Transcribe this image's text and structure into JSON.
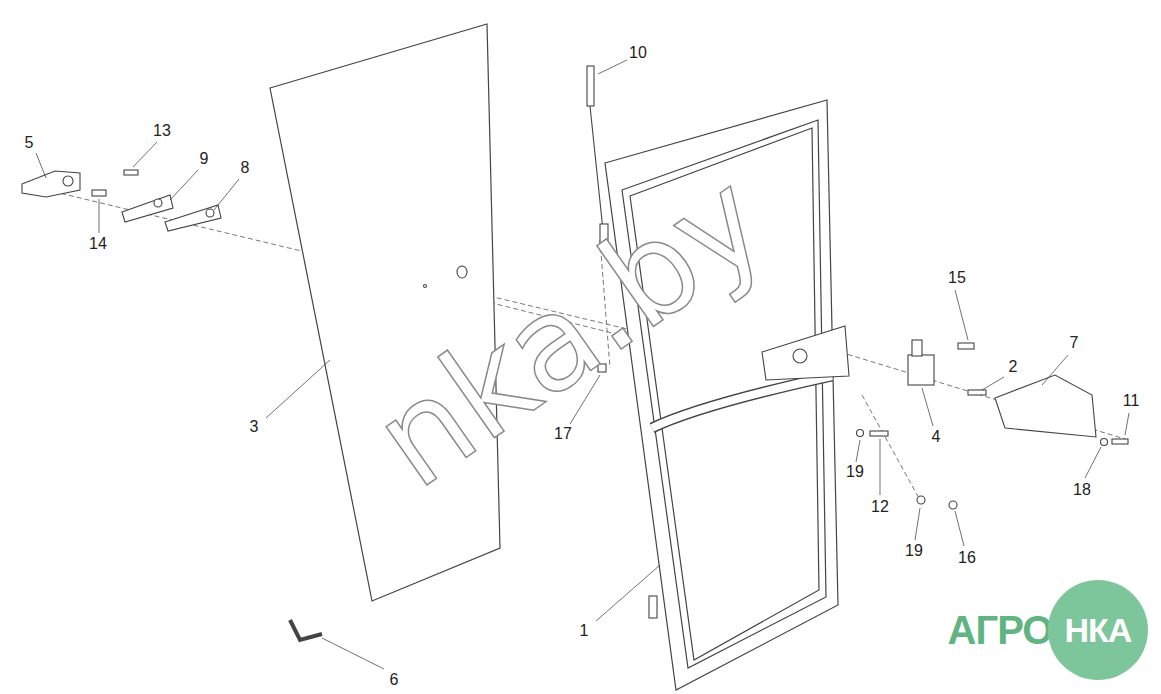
{
  "diagram": {
    "nodes": [
      {
        "text": [
          "НКА"
        ]
      }
    ],
    "labels": [
      "10",
      "13",
      "5",
      "9",
      "8",
      "14",
      "15",
      "7",
      "2",
      "11",
      "3",
      "17",
      "4",
      "19",
      "12",
      "18",
      "19",
      "16",
      "1",
      "6",
      "nka.by",
      "АГРО"
    ]
  }
}
